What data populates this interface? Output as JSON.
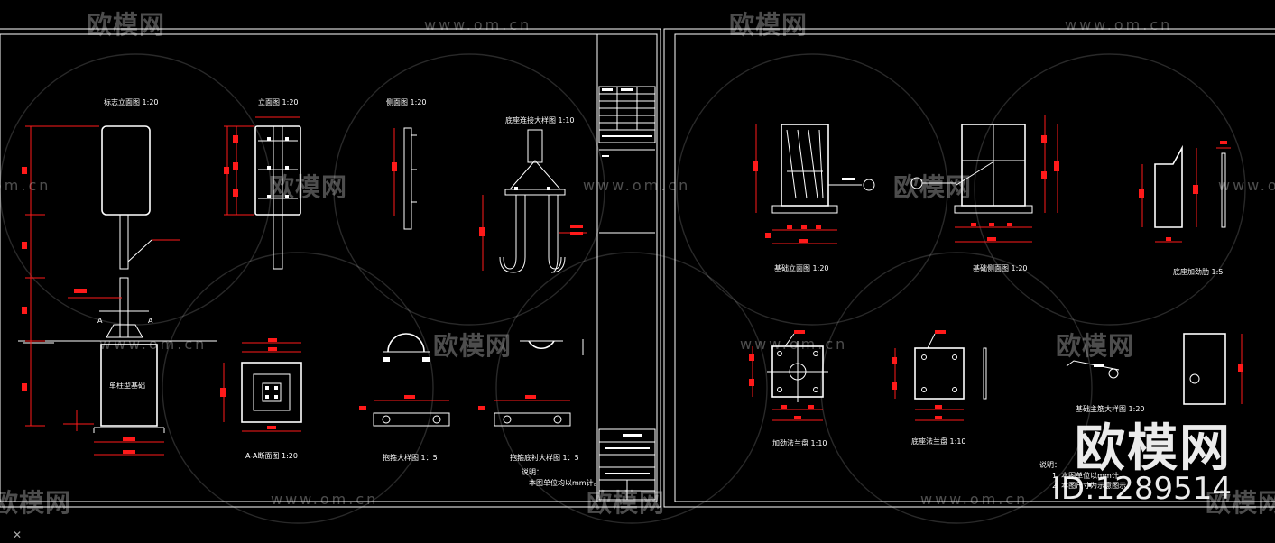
{
  "drawing": {
    "left_sheet": {
      "titles": {
        "elevation": "标志立面图 1:20",
        "front": "立面图 1:20",
        "side": "侧面图 1:20",
        "anchor": "底座连接大样图 1:10",
        "section": "A-A断面图 1:20",
        "hoop": "抱箍大样图 1：5",
        "hoop_bottom": "抱箍底衬大样图 1：5"
      },
      "foundation_label": "单柱型基础",
      "notes_title": "说明：",
      "notes_line1": "本图单位均以mm计。"
    },
    "right_sheet": {
      "titles": {
        "found_elev": "基础立面图 1:20",
        "found_side": "基础侧面图 1:20",
        "rib": "底座加劲肋 1:5",
        "flange": "加劲法兰盘 1:10",
        "base_plate": "底座法兰盘 1:10",
        "rebar": "基础主筋大样图 1:20"
      },
      "notes_title": "说明：",
      "notes_line1": "1. 本图单位以mm计。",
      "notes_line2": "2. 本图尺寸为示意图示。"
    }
  },
  "watermark": {
    "brand_cn": "欧模网",
    "url": "www.om.cn",
    "url_cut": "om.cn"
  },
  "brand": {
    "logo_text": "欧模网",
    "id_text": "ID:1289514"
  },
  "corner_mark": "✕",
  "colors": {
    "background": "#000000",
    "line": "#ffffff",
    "dimension": "#ff1a1a",
    "watermark": "#888888"
  }
}
